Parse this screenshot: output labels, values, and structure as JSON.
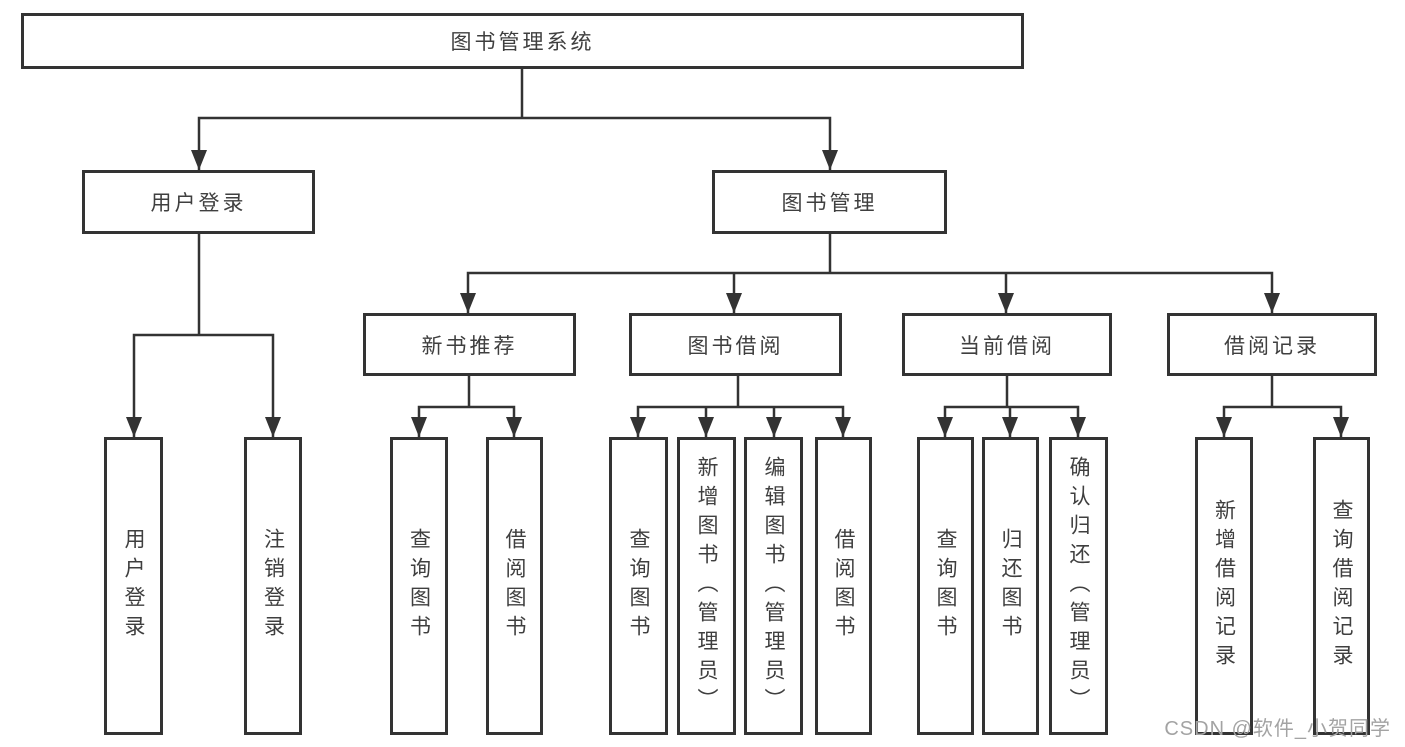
{
  "colors": {
    "line": "#333333",
    "text": "#3f3f3f",
    "watermark": "#a3a3a3",
    "background": "#ffffff"
  },
  "watermark": "CSDN @软件_小贺同学",
  "tree": {
    "label": "图书管理系统",
    "children": [
      {
        "label": "用户登录",
        "children": [
          {
            "label": "用户登录"
          },
          {
            "label": "注销登录"
          }
        ]
      },
      {
        "label": "图书管理",
        "children": [
          {
            "label": "新书推荐",
            "children": [
              {
                "label": "查询图书"
              },
              {
                "label": "借阅图书"
              }
            ]
          },
          {
            "label": "图书借阅",
            "children": [
              {
                "label": "查询图书"
              },
              {
                "label": "新增图书（管理员）"
              },
              {
                "label": "编辑图书（管理员）"
              },
              {
                "label": "借阅图书"
              }
            ]
          },
          {
            "label": "当前借阅",
            "children": [
              {
                "label": "查询图书"
              },
              {
                "label": "归还图书"
              },
              {
                "label": "确认归还（管理员）"
              }
            ]
          },
          {
            "label": "借阅记录",
            "children": [
              {
                "label": "新增借阅记录"
              },
              {
                "label": "查询借阅记录"
              }
            ]
          }
        ]
      }
    ]
  }
}
